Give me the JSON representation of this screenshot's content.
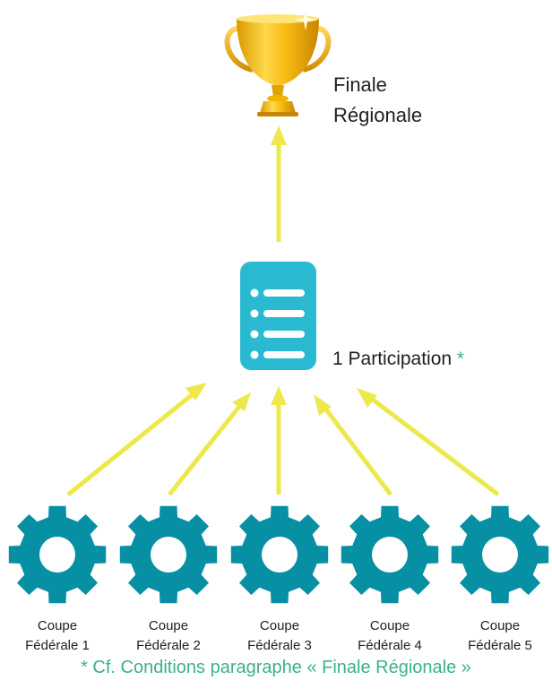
{
  "diagram": {
    "colors": {
      "arrow": "#EDE84C",
      "gear": "#078FA4",
      "document": "#29B9D0",
      "accent_text": "#3BB08F",
      "trophy": "#F2B400"
    },
    "icons": {
      "top": "trophy-icon",
      "middle": "document-list-icon",
      "bottom": "gear-icon"
    },
    "top_node": {
      "line1": "Finale",
      "line2": "Régionale"
    },
    "middle_node": {
      "label": "1 Participation",
      "star": "*"
    },
    "bottom_nodes": [
      {
        "line1": "Coupe",
        "line2": "Fédérale 1"
      },
      {
        "line1": "Coupe",
        "line2": "Fédérale 2"
      },
      {
        "line1": "Coupe",
        "line2": "Fédérale 3"
      },
      {
        "line1": "Coupe",
        "line2": "Fédérale 4"
      },
      {
        "line1": "Coupe",
        "line2": "Fédérale 5"
      }
    ],
    "footnote": "* Cf. Conditions paragraphe « Finale Régionale »"
  }
}
